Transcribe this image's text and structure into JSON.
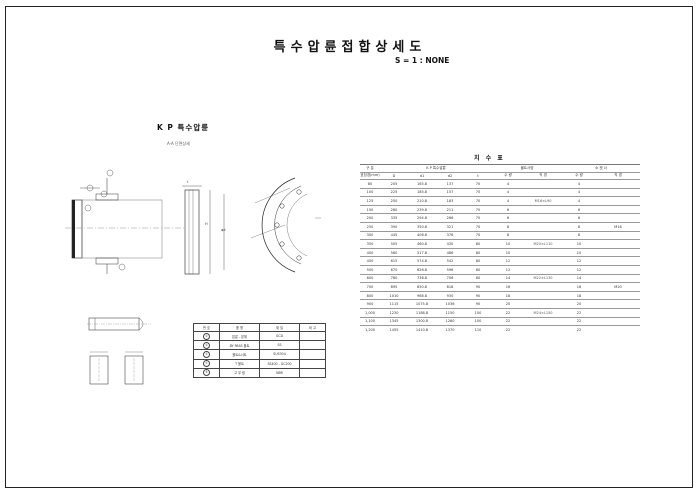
{
  "drawing": {
    "title": "특수압륜접합상세도",
    "scale": "S = 1 : NONE",
    "kp_label": "K P 특수압륜",
    "subtitle": "A-A 단면상세",
    "callouts": [
      "①",
      "②",
      "③",
      "④",
      "⑤"
    ],
    "dim_labels": [
      "φD",
      "ΦD1",
      "H",
      "φd",
      "t"
    ]
  },
  "dimension_table": {
    "title": "치 수 표",
    "header_top": [
      "구 분",
      "K P 특수압륜",
      "볼트사양",
      "소 켓 너"
    ],
    "header_sub": [
      "호칭경(mm)",
      "D",
      "d1",
      "d2",
      "t",
      "수 량",
      "직 경",
      "수 량",
      "직 경"
    ],
    "rows": [
      [
        "80",
        "205",
        "165.8",
        "137",
        "70",
        "4",
        "",
        "4",
        ""
      ],
      [
        "100",
        "225",
        "185.8",
        "157",
        "70",
        "4",
        "",
        "4",
        ""
      ],
      [
        "125",
        "250",
        "210.8",
        "183",
        "70",
        "4",
        "",
        "4",
        ""
      ],
      [
        "150",
        "280",
        "239.8",
        "211",
        "70",
        "6",
        "",
        "6",
        ""
      ],
      [
        "200",
        "335",
        "294.8",
        "266",
        "70",
        "6",
        "",
        "6",
        ""
      ],
      [
        "250",
        "390",
        "350.8",
        "321",
        "70",
        "8",
        "",
        "8",
        ""
      ],
      [
        "300",
        "445",
        "406.8",
        "376",
        "70",
        "8",
        "",
        "8",
        ""
      ],
      [
        "350",
        "505",
        "460.8",
        "430",
        "80",
        "10",
        "",
        "10",
        ""
      ],
      [
        "400",
        "560",
        "517.8",
        "486",
        "80",
        "10",
        "",
        "10",
        ""
      ],
      [
        "450",
        "615",
        "574.8",
        "542",
        "80",
        "12",
        "",
        "12",
        ""
      ],
      [
        "500",
        "670",
        "626.8",
        "596",
        "80",
        "12",
        "",
        "12",
        ""
      ],
      [
        "600",
        "780",
        "736.8",
        "706",
        "80",
        "14",
        "",
        "14",
        ""
      ],
      [
        "700",
        "895",
        "850.8",
        "818",
        "90",
        "16",
        "",
        "16",
        ""
      ],
      [
        "800",
        "1010",
        "968.8",
        "930",
        "90",
        "18",
        "",
        "18",
        ""
      ],
      [
        "900",
        "1115",
        "1075.8",
        "1036",
        "90",
        "20",
        "",
        "20",
        ""
      ],
      [
        "1,000",
        "1230",
        "1188.8",
        "1150",
        "100",
        "22",
        "",
        "22",
        ""
      ],
      [
        "1,100",
        "1345",
        "1300.8",
        "1260",
        "100",
        "22",
        "",
        "22",
        ""
      ],
      [
        "1,200",
        "1455",
        "1410.8",
        "1370",
        "110",
        "22",
        "",
        "22",
        ""
      ]
    ],
    "bolt_groups": [
      "M16×L90",
      "M20×L110",
      "M22×L130",
      "M24×L150"
    ],
    "socket_groups": [
      "M16",
      "M20"
    ]
  },
  "parts_table": {
    "header": [
      "번 호",
      "품 명",
      "재 질",
      "비 고"
    ],
    "rows": [
      [
        "①",
        "압륜 - 본체",
        "GCD",
        ""
      ],
      [
        "②",
        "BY PASS 볼트",
        "SS",
        ""
      ],
      [
        "③",
        "볼트&너트",
        "SUS304",
        ""
      ],
      [
        "④",
        "T 볼트",
        "SS400 - GC200",
        ""
      ],
      [
        "⑤",
        "고 무 링",
        "NBR",
        ""
      ]
    ]
  }
}
